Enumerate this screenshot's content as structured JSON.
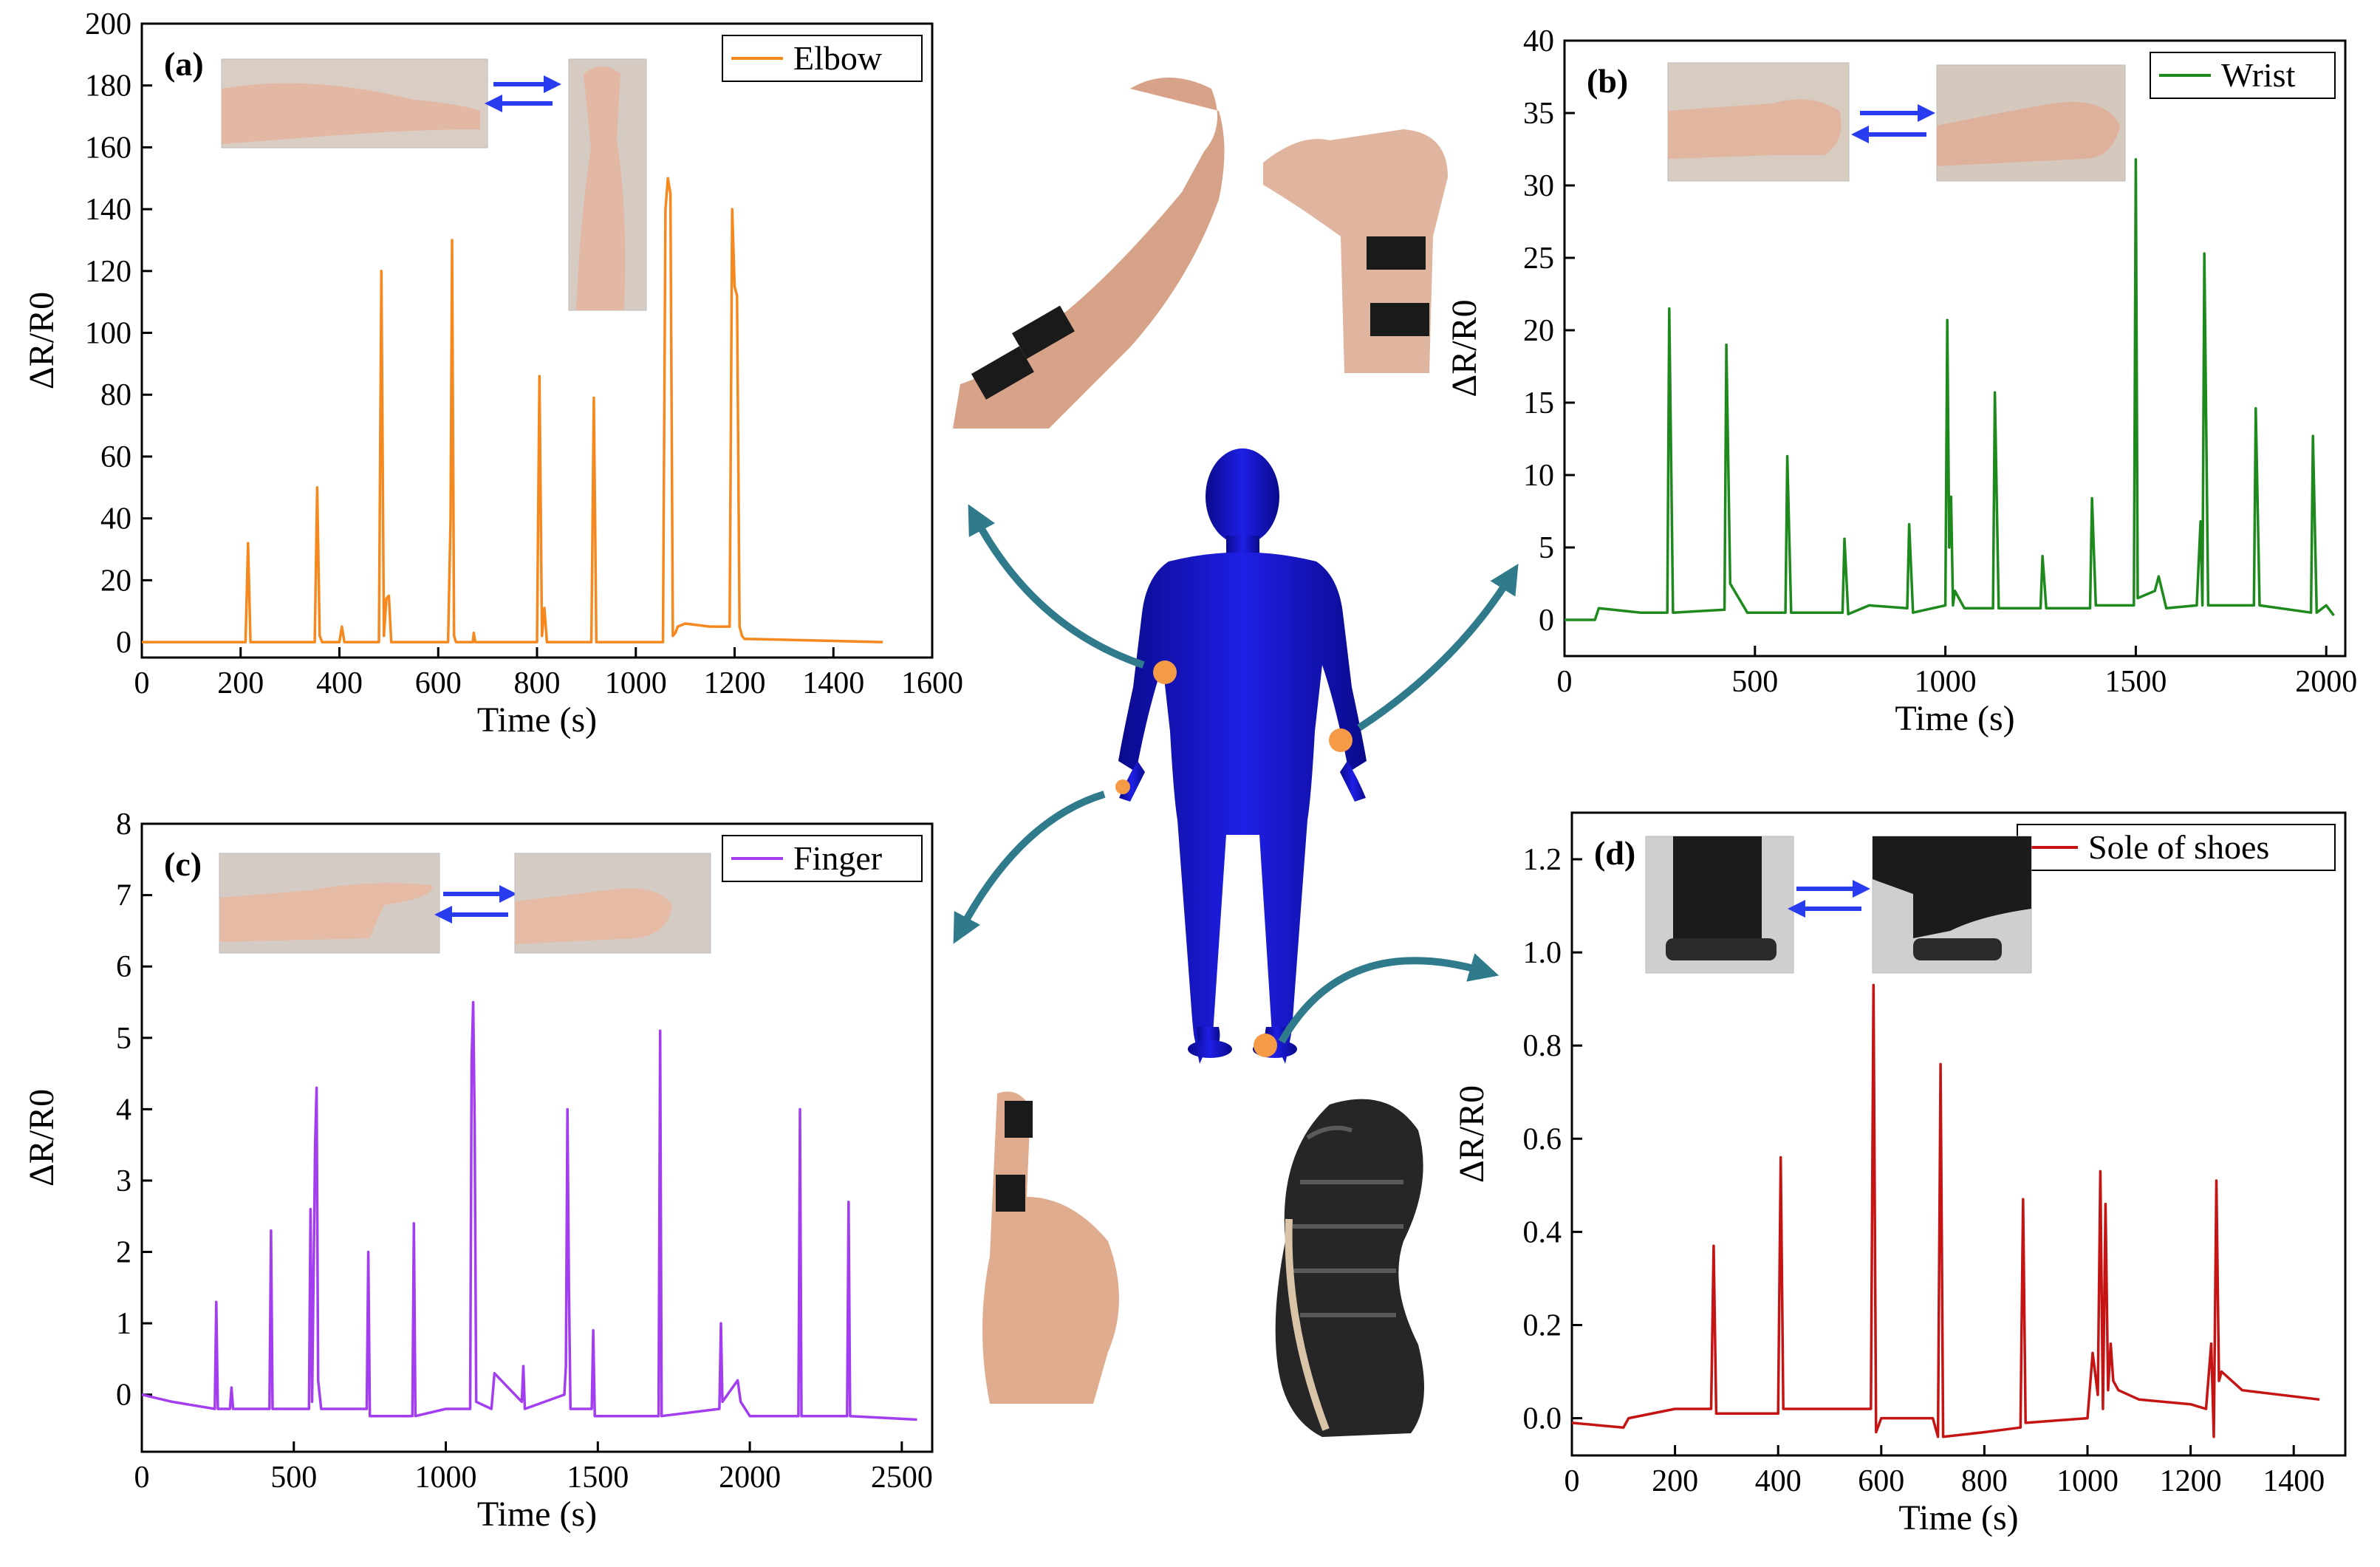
{
  "colors": {
    "elbow": "#f5891f",
    "wrist": "#1e8a1e",
    "finger": "#a23ef0",
    "sole": "#c41414",
    "body": "#1111dd",
    "dot": "#f59a45",
    "arrow": "#2f7b8c"
  },
  "chart_data": [
    {
      "type": "line",
      "panel": "(a)",
      "xlabel": "Time (s)",
      "ylabel": "ΔR/R0",
      "xlim": [
        0,
        1600
      ],
      "ylim": [
        -5,
        200
      ],
      "xticks": [
        0,
        200,
        400,
        600,
        800,
        1000,
        1200,
        1400,
        1600
      ],
      "yticks": [
        0,
        20,
        40,
        60,
        80,
        100,
        120,
        140,
        160,
        180,
        200
      ],
      "legend_position": "top-right",
      "series": [
        {
          "name": "Elbow",
          "x": [
            0,
            210,
            215,
            220,
            350,
            355,
            360,
            365,
            400,
            405,
            410,
            480,
            485,
            490,
            495,
            500,
            505,
            620,
            625,
            628,
            632,
            636,
            670,
            672,
            675,
            800,
            805,
            810,
            815,
            820,
            910,
            915,
            920,
            1055,
            1060,
            1065,
            1070,
            1075,
            1080,
            1085,
            1100,
            1150,
            1180,
            1190,
            1195,
            1200,
            1205,
            1210,
            1215,
            1220,
            1230,
            1500
          ],
          "y": [
            0,
            0,
            32,
            0,
            0,
            50,
            2,
            0,
            0,
            5,
            0,
            0,
            120,
            2,
            14,
            15,
            0,
            0,
            40,
            130,
            2,
            0,
            0,
            3,
            0,
            0,
            86,
            2,
            11,
            0,
            0,
            79,
            0,
            0,
            140,
            150,
            145,
            2,
            3,
            5,
            6,
            5,
            5,
            5,
            140,
            115,
            112,
            5,
            2,
            1,
            1,
            0
          ]
        }
      ]
    },
    {
      "type": "line",
      "panel": "(b)",
      "xlabel": "Time (s)",
      "ylabel": "ΔR/R0",
      "xlim": [
        0,
        2050
      ],
      "ylim": [
        -2.5,
        40
      ],
      "xticks": [
        0,
        500,
        1000,
        1500,
        2000
      ],
      "yticks": [
        0,
        5,
        10,
        15,
        20,
        25,
        30,
        35,
        40
      ],
      "legend_position": "top-right",
      "series": [
        {
          "name": "Wrist",
          "x": [
            0,
            80,
            90,
            200,
            270,
            275,
            285,
            420,
            425,
            435,
            480,
            580,
            585,
            595,
            730,
            735,
            745,
            800,
            900,
            905,
            915,
            1000,
            1005,
            1010,
            1015,
            1020,
            1025,
            1050,
            1125,
            1130,
            1140,
            1250,
            1255,
            1265,
            1380,
            1385,
            1395,
            1495,
            1500,
            1505,
            1550,
            1560,
            1580,
            1660,
            1670,
            1675,
            1680,
            1690,
            1810,
            1815,
            1825,
            1960,
            1965,
            1975,
            2000,
            2020
          ],
          "y": [
            0,
            0,
            0.8,
            0.5,
            0.5,
            21.5,
            0.5,
            0.7,
            19,
            2.5,
            0.5,
            0.5,
            11.3,
            0.5,
            0.5,
            5.6,
            0.4,
            1,
            0.8,
            6.6,
            0.5,
            1,
            20.7,
            5,
            8.5,
            1,
            2,
            0.8,
            0.8,
            15.7,
            0.8,
            0.8,
            4.4,
            0.8,
            0.8,
            8.4,
            1,
            1,
            31.8,
            1.5,
            2,
            3,
            0.8,
            1,
            6.8,
            1,
            25.3,
            1,
            1,
            14.6,
            1,
            0.5,
            12.7,
            0.5,
            1,
            0.3
          ]
        }
      ]
    },
    {
      "type": "line",
      "panel": "(c)",
      "xlabel": "Time (s)",
      "ylabel": "ΔR/R0",
      "xlim": [
        0,
        2600
      ],
      "ylim": [
        -0.8,
        8
      ],
      "xticks": [
        0,
        500,
        1000,
        1500,
        2000,
        2500
      ],
      "yticks": [
        0,
        1,
        2,
        3,
        4,
        5,
        6,
        7,
        8
      ],
      "legend_position": "top-right",
      "series": [
        {
          "name": "Finger",
          "x": [
            0,
            100,
            240,
            245,
            250,
            290,
            295,
            300,
            420,
            425,
            430,
            550,
            555,
            560,
            570,
            575,
            580,
            590,
            740,
            745,
            750,
            890,
            895,
            900,
            1000,
            1080,
            1085,
            1090,
            1095,
            1100,
            1150,
            1160,
            1250,
            1255,
            1260,
            1390,
            1395,
            1400,
            1405,
            1410,
            1480,
            1485,
            1490,
            1600,
            1700,
            1705,
            1710,
            1900,
            1905,
            1910,
            1960,
            1970,
            2000,
            2160,
            2165,
            2170,
            2320,
            2325,
            2330,
            2550
          ],
          "y": [
            0,
            -0.1,
            -0.2,
            1.3,
            -0.2,
            -0.2,
            0.1,
            -0.2,
            -0.2,
            2.3,
            -0.2,
            -0.2,
            2.6,
            -0.1,
            3.5,
            4.3,
            0.2,
            -0.2,
            -0.2,
            2,
            -0.3,
            -0.3,
            2.4,
            -0.3,
            -0.2,
            -0.2,
            4.7,
            5.5,
            3.8,
            -0.1,
            -0.2,
            0.3,
            -0.1,
            0.4,
            -0.2,
            0,
            0.4,
            4,
            1.5,
            -0.2,
            -0.2,
            0.9,
            -0.3,
            -0.3,
            -0.3,
            5.1,
            -0.3,
            -0.2,
            1,
            -0.1,
            0.2,
            -0.1,
            -0.3,
            -0.3,
            4,
            -0.3,
            -0.3,
            2.7,
            -0.3,
            -0.35
          ]
        }
      ]
    },
    {
      "type": "line",
      "panel": "(d)",
      "xlabel": "Time (s)",
      "ylabel": "ΔR/R0",
      "xlim": [
        0,
        1500
      ],
      "ylim": [
        -0.08,
        1.3
      ],
      "xticks": [
        0,
        200,
        400,
        600,
        800,
        1000,
        1200,
        1400
      ],
      "yticks": [
        0.0,
        0.2,
        0.4,
        0.6,
        0.8,
        1.0,
        1.2
      ],
      "legend_position": "top-right",
      "series": [
        {
          "name": "Sole of shoes",
          "x": [
            0,
            100,
            110,
            200,
            270,
            275,
            280,
            400,
            405,
            410,
            500,
            580,
            585,
            590,
            600,
            700,
            710,
            715,
            720,
            800,
            870,
            875,
            880,
            1000,
            1010,
            1020,
            1025,
            1030,
            1035,
            1040,
            1045,
            1050,
            1060,
            1100,
            1200,
            1230,
            1240,
            1245,
            1250,
            1255,
            1260,
            1300,
            1450
          ],
          "y": [
            -0.01,
            -0.02,
            0,
            0.02,
            0.02,
            0.37,
            0.01,
            0.01,
            0.56,
            0.02,
            0.02,
            0.02,
            0.93,
            -0.03,
            0,
            0,
            -0.04,
            0.76,
            -0.04,
            -0.03,
            -0.02,
            0.47,
            -0.01,
            0,
            0.14,
            0.05,
            0.53,
            0.02,
            0.46,
            0.06,
            0.16,
            0.08,
            0.06,
            0.04,
            0.03,
            0.02,
            0.16,
            -0.04,
            0.51,
            0.08,
            0.1,
            0.06,
            0.04
          ]
        }
      ]
    }
  ]
}
